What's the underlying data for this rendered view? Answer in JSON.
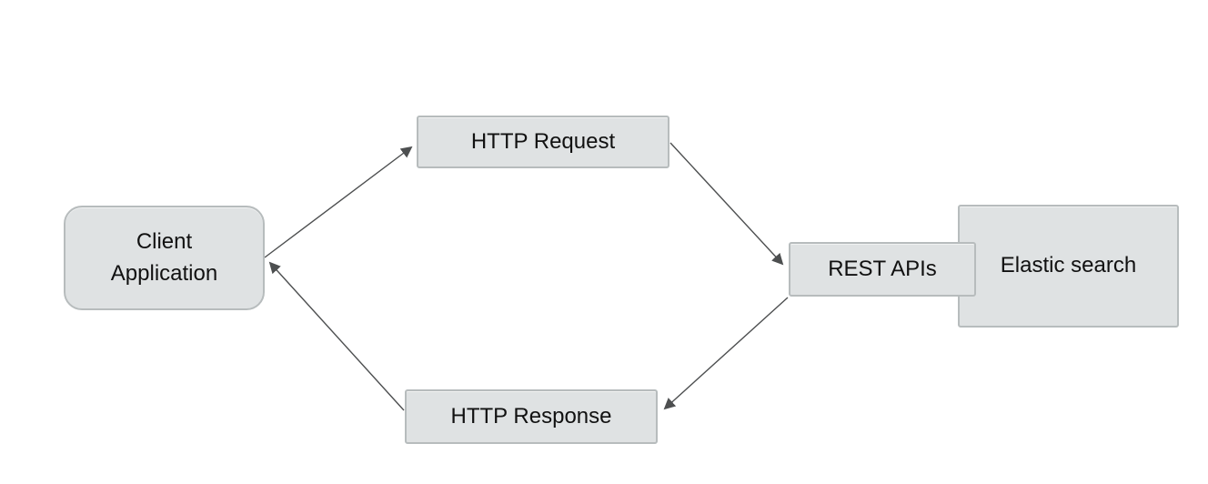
{
  "diagram": {
    "nodes": {
      "client_application": {
        "label": "Client Application"
      },
      "http_request": {
        "label": "HTTP Request"
      },
      "rest_apis": {
        "label": "REST APIs"
      },
      "elastic_search": {
        "label": "Elastic search"
      },
      "http_response": {
        "label": "HTTP Response"
      }
    },
    "edges": [
      {
        "from": "client_application",
        "to": "http_request"
      },
      {
        "from": "http_request",
        "to": "rest_apis"
      },
      {
        "from": "rest_apis",
        "to": "http_response"
      },
      {
        "from": "http_response",
        "to": "client_application"
      }
    ],
    "colors": {
      "node_fill": "#dfe2e3",
      "node_border": "#b7bcbd",
      "edge": "#4d4f50",
      "text": "#111111",
      "background": "#ffffff"
    }
  }
}
